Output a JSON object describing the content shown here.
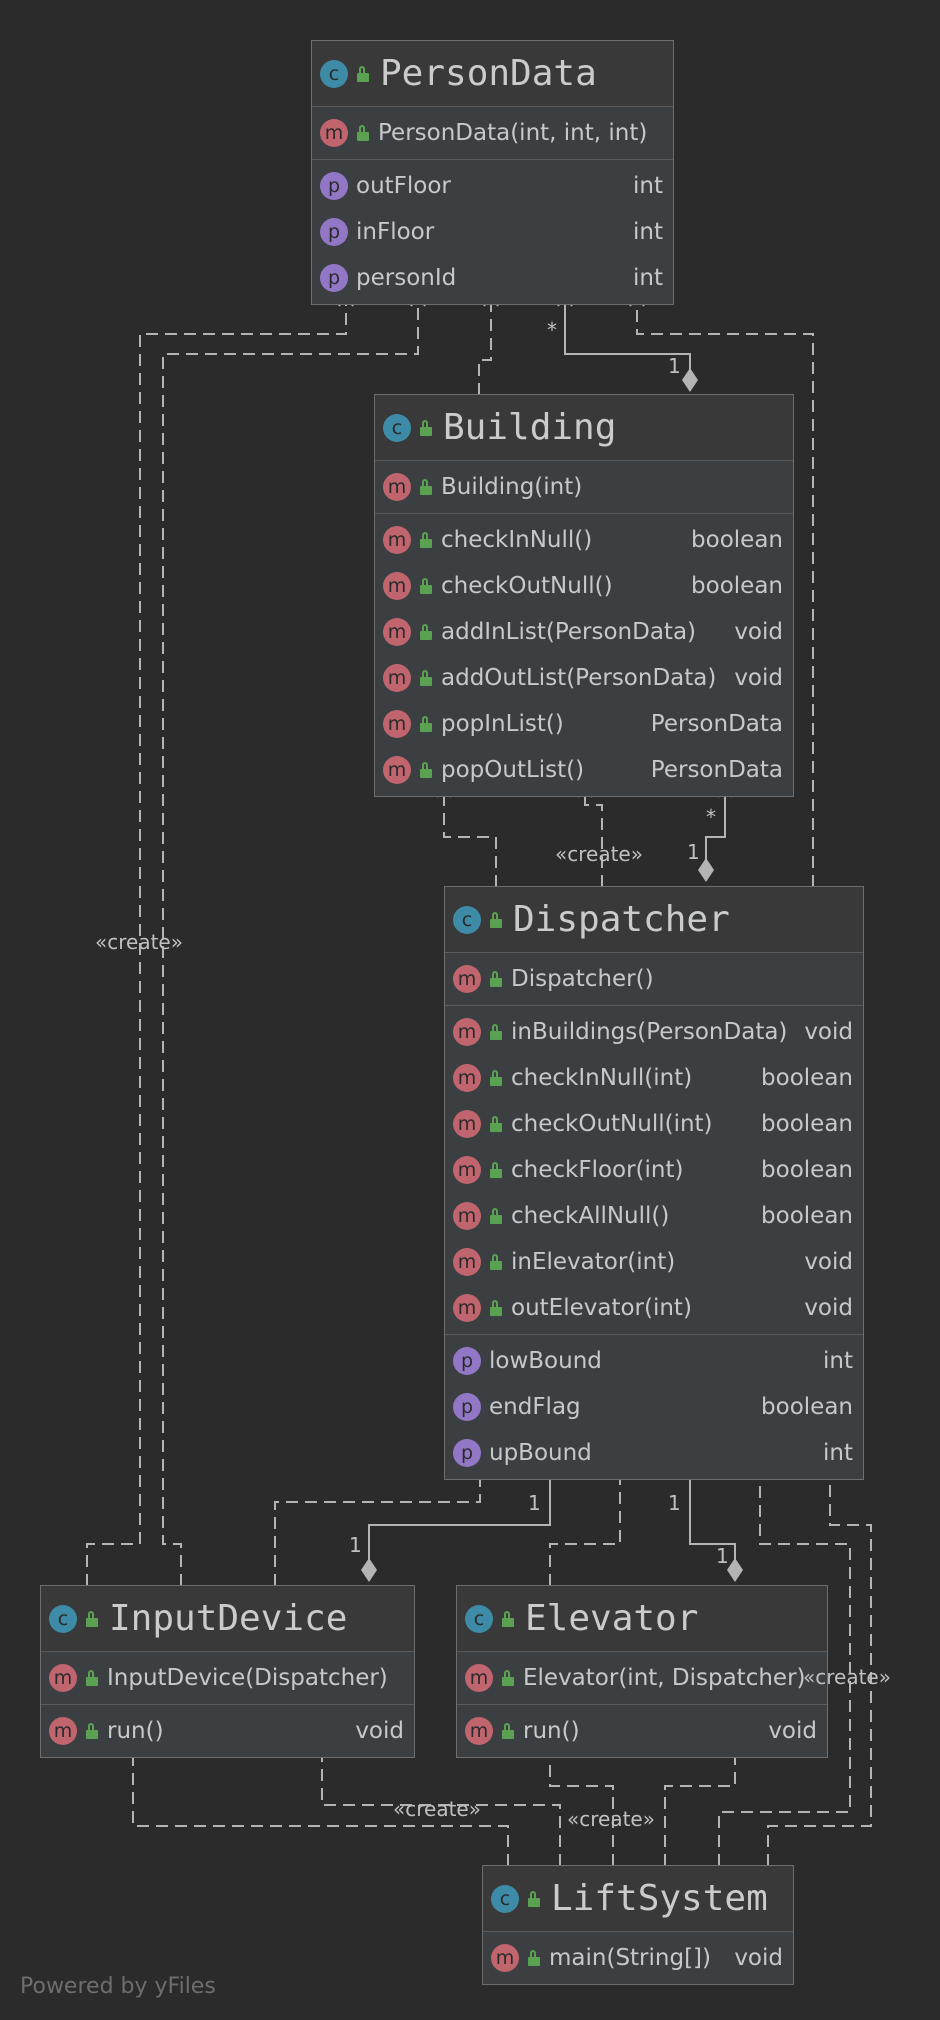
{
  "classes": {
    "persondata": {
      "name": "PersonData",
      "kind": "c",
      "sections": [
        [
          {
            "b": "m",
            "name": "PersonData(int, int, int)",
            "type": ""
          }
        ],
        [
          {
            "b": "p",
            "name": "outFloor",
            "type": "int"
          },
          {
            "b": "p",
            "name": "inFloor",
            "type": "int"
          },
          {
            "b": "p",
            "name": "personId",
            "type": "int"
          }
        ]
      ]
    },
    "building": {
      "name": "Building",
      "kind": "c",
      "sections": [
        [
          {
            "b": "m",
            "name": "Building(int)",
            "type": ""
          }
        ],
        [
          {
            "b": "m",
            "name": "checkInNull()",
            "type": "boolean"
          },
          {
            "b": "m",
            "name": "checkOutNull()",
            "type": "boolean"
          },
          {
            "b": "m",
            "name": "addInList(PersonData)",
            "type": "void"
          },
          {
            "b": "m",
            "name": "addOutList(PersonData)",
            "type": "void"
          },
          {
            "b": "m",
            "name": "popInList()",
            "type": "PersonData"
          },
          {
            "b": "m",
            "name": "popOutList()",
            "type": "PersonData"
          }
        ]
      ]
    },
    "dispatcher": {
      "name": "Dispatcher",
      "kind": "c",
      "sections": [
        [
          {
            "b": "m",
            "name": "Dispatcher()",
            "type": ""
          }
        ],
        [
          {
            "b": "m",
            "name": "inBuildings(PersonData)",
            "type": "void"
          },
          {
            "b": "m",
            "name": "checkInNull(int)",
            "type": "boolean"
          },
          {
            "b": "m",
            "name": "checkOutNull(int)",
            "type": "boolean"
          },
          {
            "b": "m",
            "name": "checkFloor(int)",
            "type": "boolean"
          },
          {
            "b": "m",
            "name": "checkAllNull()",
            "type": "boolean"
          },
          {
            "b": "m",
            "name": "inElevator(int)",
            "type": "void"
          },
          {
            "b": "m",
            "name": "outElevator(int)",
            "type": "void"
          }
        ],
        [
          {
            "b": "p",
            "name": "lowBound",
            "type": "int"
          },
          {
            "b": "p",
            "name": "endFlag",
            "type": "boolean"
          },
          {
            "b": "p",
            "name": "upBound",
            "type": "int"
          }
        ]
      ]
    },
    "inputdevice": {
      "name": "InputDevice",
      "kind": "c",
      "sections": [
        [
          {
            "b": "m",
            "name": "InputDevice(Dispatcher)",
            "type": ""
          }
        ],
        [
          {
            "b": "m",
            "name": "run()",
            "type": "void"
          }
        ]
      ]
    },
    "elevator": {
      "name": "Elevator",
      "kind": "c",
      "sections": [
        [
          {
            "b": "m",
            "name": "Elevator(int, Dispatcher)",
            "type": ""
          }
        ],
        [
          {
            "b": "m",
            "name": "run()",
            "type": "void"
          }
        ]
      ]
    },
    "liftsystem": {
      "name": "LiftSystem",
      "kind": "c",
      "sections": [
        [
          {
            "b": "m",
            "name": "main(String[])",
            "type": "void"
          }
        ]
      ]
    }
  },
  "labels": {
    "create_left": "«create»",
    "create_building": "«create»",
    "create_elevator": "«create»",
    "create_inputdevice": "«create»",
    "create_liftsystem": "«create»",
    "mult_pd_star": "*",
    "mult_pd_one": "1",
    "mult_bd_star": "*",
    "mult_bd_one": "1",
    "mult_id_one_a": "1",
    "mult_id_one_b": "1",
    "mult_el_one_a": "1",
    "mult_el_one_b": "1"
  },
  "footer": "Powered by yFiles",
  "colors": {
    "background": "#2b2b2b",
    "node": "#3c3f41",
    "edge": "#b4b4b4",
    "class_badge": "#3d8ba6",
    "method_badge": "#c0646e",
    "property_badge": "#9277c6",
    "visibility": "#5aa152"
  }
}
